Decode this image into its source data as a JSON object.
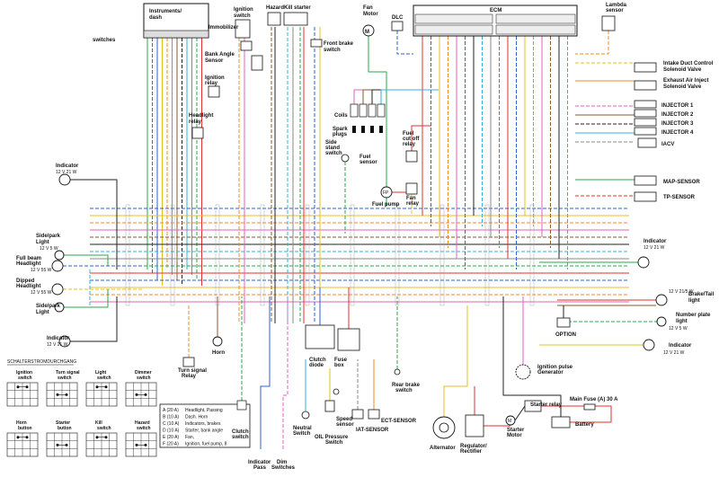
{
  "labels": {
    "instruments": "Instruments/",
    "dash": "dash",
    "switches": "switches",
    "ignition_switch_1": "Ignition",
    "ignition_switch_2": "switch",
    "hazard": "Hazard",
    "kill_starter": "Kill starter",
    "fan_motor_1": "Fan",
    "fan_motor_2": "Motor",
    "dlc": "DLC",
    "ecm": "ECM",
    "lambda_1": "Lambda",
    "lambda_2": "sensor",
    "immobilizer": "Immobilizer",
    "front_brake_1": "Front brake",
    "front_brake_2": "switch",
    "bank_angle_1": "Bank Angle",
    "bank_angle_2": "Sensor",
    "ignition_relay_1": "Ignition",
    "ignition_relay_2": "relay",
    "intake_1": "Intake Duct Control",
    "intake_2": "Solenoid Valve",
    "exhaust_1": "Exhaust Air Inject",
    "exhaust_2": "Solenoid Valve",
    "coils": "Coils",
    "injector": "INJECTOR",
    "injector_nums": [
      "1",
      "2",
      "3",
      "4"
    ],
    "iacv": "IACV",
    "headlight_relay_1": "Headlight",
    "headlight_relay_2": "relay",
    "spark_plugs_1": "Spark",
    "spark_plugs_2": "plugs",
    "fuel_cutoff_1": "Fuel",
    "fuel_cutoff_2": "cut off",
    "fuel_cutoff_3": "relay",
    "side_stand_1": "Side",
    "side_stand_2": "stand",
    "side_stand_3": "switch",
    "fuel_sensor_1": "Fuel",
    "fuel_sensor_2": "sensor",
    "fan_relay_1": "Fan",
    "fan_relay_2": "relay",
    "fuel_pump": "Fuel pump",
    "map_sensor": "MAP-SENSOR",
    "tp_sensor": "TP-SENSOR",
    "indicator": "Indicator",
    "ind_rating": "12 V  21 W",
    "side_park_1": "Side/park",
    "side_park_2": "Light",
    "park_rating": "12 V  5 W",
    "full_beam_1": "Full beam",
    "full_beam_2": "Headlight",
    "full_beam_rating": "12 V  55 W",
    "dipped_1": "Dipped",
    "dipped_2": "Headlight",
    "dipped_rating": "12 V  55 W",
    "brake_tail_1": "Brake/Tail",
    "brake_tail_2": "light",
    "brake_tail_rating": "12 V  21/5 W",
    "number_plate_1": "Number plate",
    "number_plate_2": "light",
    "option": "OPTION",
    "horn": "Horn",
    "turn_relay_1": "Turn signal",
    "turn_relay_2": "Relay",
    "clutch_diode_1": "Clutch",
    "clutch_diode_2": "diode",
    "fuse_box_1": "Fuse",
    "fuse_box_2": "box",
    "rear_brake_1": "Rear brake",
    "rear_brake_2": "switch",
    "ignition_pulse_1": "Ignition pulse",
    "ignition_pulse_2": "Generator",
    "neutral_1": "Neutral",
    "neutral_2": "Switch",
    "speed_1": "Speed",
    "speed_2": "sensor",
    "oil_1": "OIL Pressure",
    "oil_2": "Switch",
    "iat_sensor": "IAT-SENSOR",
    "ect_sensor": "ECT-SENSOR",
    "starter_relay": "Starter relay",
    "main_fuse": "Main Fuse  (A) 30 A",
    "starter_motor_1": "Starter",
    "starter_motor_2": "Motor",
    "battery": "Battery",
    "alternator": "Alternator",
    "regulator_1": "Regulator/",
    "regulator_2": "Rectifier",
    "clutch_switch_1": "Clutch",
    "clutch_switch_2": "switch",
    "indicator_pass_1": "Indicator",
    "indicator_pass_2": "Pass",
    "dim_switches_1": "Dim",
    "dim_switches_2": "Switches",
    "m": "M",
    "fp": "FP"
  },
  "fuse_list": [
    {
      "code": "A (20 A)",
      "desc": "Headlight, Passing"
    },
    {
      "code": "B (10 A)",
      "desc": "Dash. Horn"
    },
    {
      "code": "C (10 A)",
      "desc": "Indicators, brakes"
    },
    {
      "code": "D (10 A)",
      "desc": "Starter, bank angle"
    },
    {
      "code": "E (20 A)",
      "desc": "Fan,"
    },
    {
      "code": "F (20 A)",
      "desc": "Ignition, fuel pump, 8"
    }
  ],
  "legend": {
    "title": "SCHALTERSTROMDURCHGANG",
    "switches": [
      {
        "name1": "Ignition",
        "name2": "switch"
      },
      {
        "name1": "Turn signal",
        "name2": "switch"
      },
      {
        "name1": "Light",
        "name2": "switch"
      },
      {
        "name1": "Dimmer",
        "name2": "switch"
      },
      {
        "name1": "Horn",
        "name2": "button"
      },
      {
        "name1": "Starter",
        "name2": "button"
      },
      {
        "name1": "Kill",
        "name2": "switch"
      },
      {
        "name1": "Hazard",
        "name2": "switch"
      }
    ]
  },
  "colors": {
    "wire_green": "#2aa84a",
    "wire_red": "#e03030",
    "wire_blue": "#2f5fd0",
    "wire_yellow": "#e0c020",
    "wire_orange": "#f08a20",
    "wire_pink": "#e060c0",
    "wire_brown": "#8a5a2a",
    "wire_black": "#222222",
    "wire_lightblue": "#30b0e0",
    "wire_gray": "#888888"
  }
}
